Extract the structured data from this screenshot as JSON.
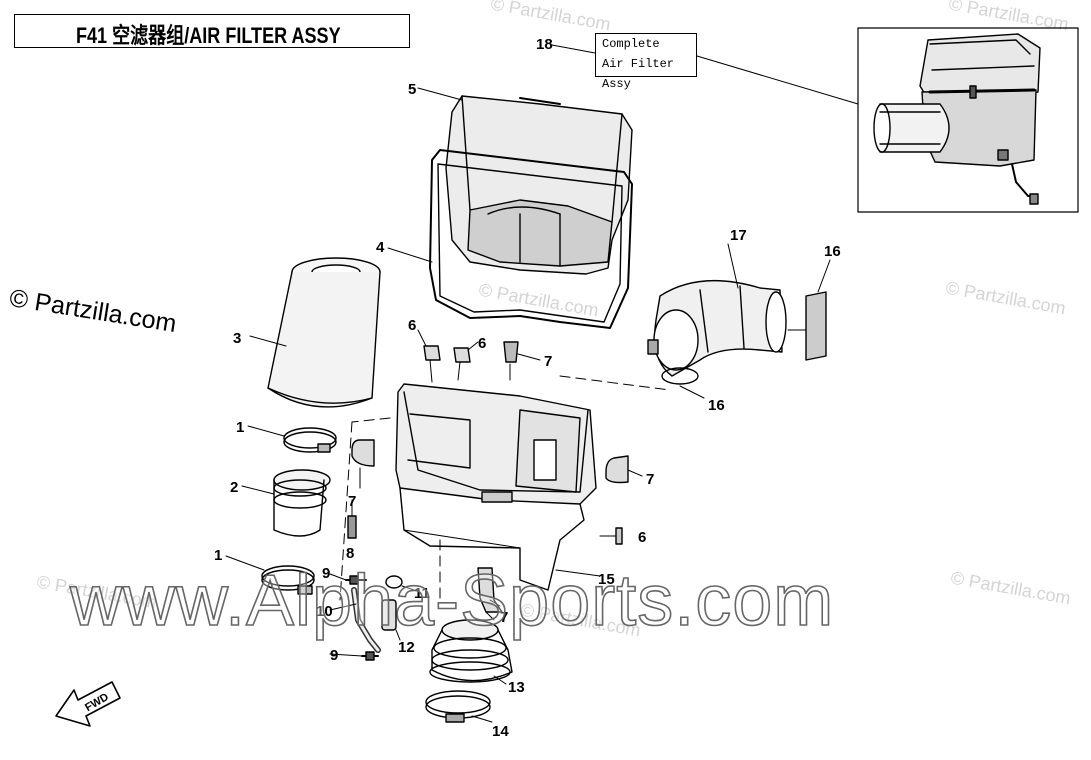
{
  "header": {
    "title": "F41 空滤器组/AIR FILTER ASSY"
  },
  "callout": {
    "line1": "Complete",
    "line2": "Air Filter Assy"
  },
  "watermarks": {
    "partzilla_main": "© Partzilla.com",
    "partzilla_faint": "© Partzilla.com",
    "alpha": "www.Alpha-Sports.com"
  },
  "fwd_arrow": {
    "label": "FWD"
  },
  "part_labels": {
    "p1a": "1",
    "p1b": "1",
    "p2": "2",
    "p3": "3",
    "p4": "4",
    "p5": "5",
    "p6a": "6",
    "p6b": "6",
    "p6c": "6",
    "p7a": "7",
    "p7b": "7",
    "p7c": "7",
    "p7d": "7",
    "p8": "8",
    "p9a": "9",
    "p9b": "9",
    "p10": "10",
    "p11": "11",
    "p12": "12",
    "p13": "13",
    "p14": "14",
    "p15": "15",
    "p16a": "16",
    "p16b": "16",
    "p17": "17",
    "p18": "18"
  }
}
